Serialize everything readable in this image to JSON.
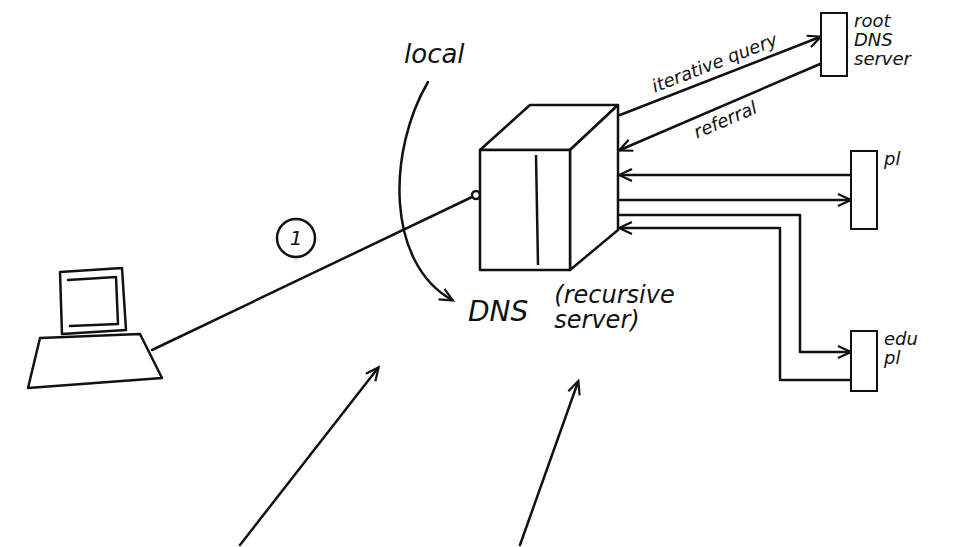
{
  "diagram": {
    "nodes": [
      {
        "text": [
          "DNS",
          "(recursive server)"
        ]
      },
      {
        "text": [
          "root DNS server"
        ]
      },
      {
        "text": [
          "pl"
        ]
      },
      {
        "text": [
          "edu pl"
        ]
      }
    ],
    "edges": [
      {
        "from": 0,
        "to": 1,
        "arrow": "to",
        "label": "iterative query"
      },
      {
        "from": 1,
        "to": 0,
        "arrow": "to",
        "label": "referral"
      },
      {
        "from": 2,
        "to": 0,
        "arrow": "to"
      },
      {
        "from": 0,
        "to": 2,
        "arrow": "to"
      },
      {
        "from": 0,
        "to": 3,
        "arrow": "to"
      },
      {
        "from": 3,
        "to": 0,
        "arrow": "to"
      }
    ],
    "labels": [
      "local",
      "1"
    ]
  }
}
